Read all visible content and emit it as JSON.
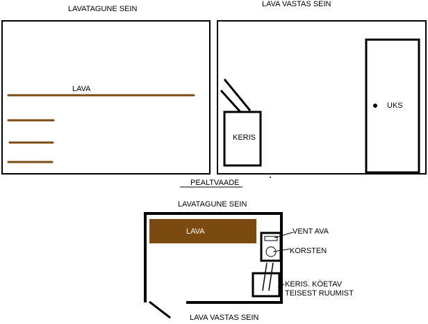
{
  "labels": {
    "lavatagune_sein_top": "LAVATAGUNE SEIN",
    "lava_vastas_sein_top": "LAVA VASTAS SEIN",
    "lava_side": "LAVA",
    "keris_side": "KERIS",
    "uks": "UKS",
    "pealtvaade": "PEALTVAADE",
    "lavatagune_sein_plan": "LAVATAGUNE SEIN",
    "lava_plan": "LAVA",
    "vent_ava": "VENT AVA",
    "korsten": "KORSTEN",
    "keris_line1": "KERIS. KÖETAV",
    "keris_line2": "TEISEST RUUMIST",
    "lava_vastas_sein_plan": "LAVA VASTAS SEIN"
  },
  "colors": {
    "bench": "#7a4a10",
    "line": "#000000",
    "background": "#ffffff"
  }
}
